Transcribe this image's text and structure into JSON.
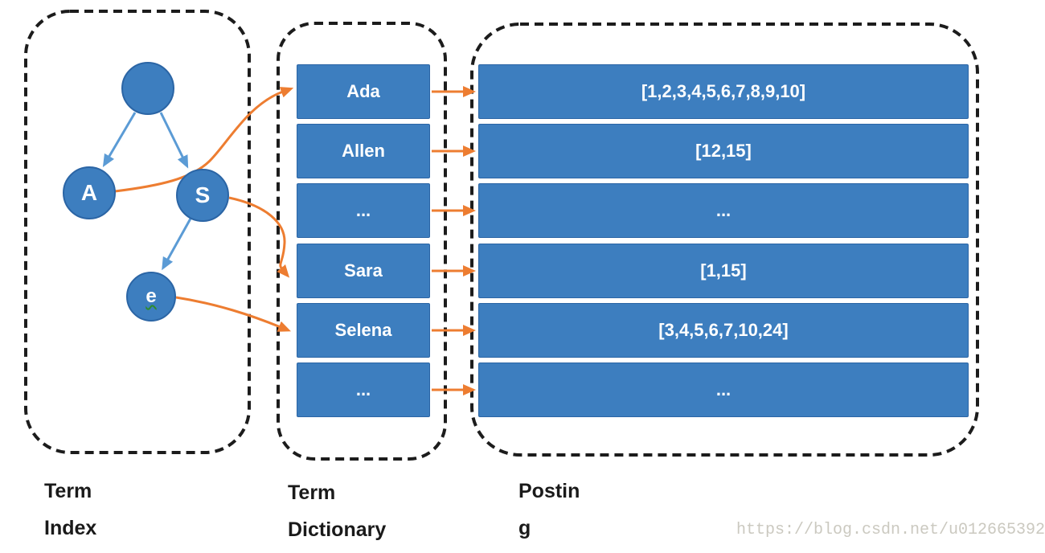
{
  "diagram": {
    "term_index": {
      "label_line1": "Term",
      "label_line2": "Index",
      "nodes": {
        "root": "",
        "a": "A",
        "s": "S",
        "e": "e"
      }
    },
    "term_dictionary": {
      "label_line1": "Term",
      "label_line2": "Dictionary",
      "entries": [
        "Ada",
        "Allen",
        "...",
        "Sara",
        "Selena",
        "..."
      ]
    },
    "posting": {
      "label_line1": "Postin",
      "label_line2": "g",
      "entries": [
        "[1,2,3,4,5,6,7,8,9,10]",
        "[12,15]",
        "...",
        "[1,15]",
        "[3,4,5,6,7,10,24]",
        "..."
      ]
    }
  },
  "watermark": "https://blog.csdn.net/u012665392",
  "colors": {
    "box_blue": "#3D7EBF",
    "box_border": "#2B65A5",
    "node_blue": "#3D7EBF",
    "arrow_blue": "#5B9BD5",
    "arrow_orange": "#ED7D31",
    "container_border": "#1C1C1C",
    "label_text": "#1A1A1A",
    "watermark_gray": "#CBC9C0",
    "squiggle_green": "#2E8B2E"
  }
}
